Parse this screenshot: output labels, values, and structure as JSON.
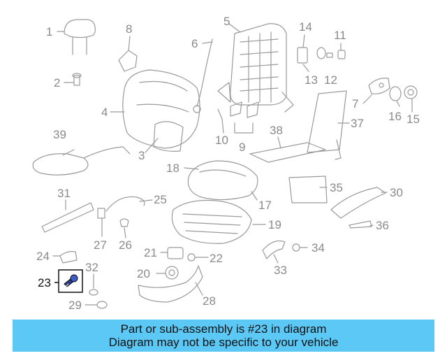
{
  "callouts": [
    {
      "id": "1",
      "label": "1"
    },
    {
      "id": "2",
      "label": "2"
    },
    {
      "id": "3",
      "label": "3"
    },
    {
      "id": "4",
      "label": "4"
    },
    {
      "id": "5",
      "label": "5"
    },
    {
      "id": "6",
      "label": "6"
    },
    {
      "id": "7",
      "label": "7"
    },
    {
      "id": "8",
      "label": "8"
    },
    {
      "id": "9",
      "label": "9"
    },
    {
      "id": "10",
      "label": "10"
    },
    {
      "id": "11",
      "label": "11"
    },
    {
      "id": "12",
      "label": "12"
    },
    {
      "id": "13",
      "label": "13"
    },
    {
      "id": "14",
      "label": "14"
    },
    {
      "id": "15",
      "label": "15"
    },
    {
      "id": "16",
      "label": "16"
    },
    {
      "id": "17",
      "label": "17"
    },
    {
      "id": "18",
      "label": "18"
    },
    {
      "id": "19",
      "label": "19"
    },
    {
      "id": "20",
      "label": "20"
    },
    {
      "id": "21",
      "label": "21"
    },
    {
      "id": "22",
      "label": "22"
    },
    {
      "id": "23",
      "label": "23"
    },
    {
      "id": "24",
      "label": "24"
    },
    {
      "id": "25",
      "label": "25"
    },
    {
      "id": "26",
      "label": "26"
    },
    {
      "id": "27",
      "label": "27"
    },
    {
      "id": "28",
      "label": "28"
    },
    {
      "id": "29",
      "label": "29"
    },
    {
      "id": "30",
      "label": "30"
    },
    {
      "id": "31",
      "label": "31"
    },
    {
      "id": "32",
      "label": "32"
    },
    {
      "id": "33",
      "label": "33"
    },
    {
      "id": "34",
      "label": "34"
    },
    {
      "id": "35",
      "label": "35"
    },
    {
      "id": "36",
      "label": "36"
    },
    {
      "id": "37",
      "label": "37"
    },
    {
      "id": "38",
      "label": "38"
    },
    {
      "id": "39",
      "label": "39"
    }
  ],
  "highlighted_part": "23",
  "colors": {
    "line": "#9a9a9a",
    "highlight": "#111111",
    "banner": "#5bc8f5"
  },
  "footer": {
    "line1": "Part or sub-assembly is #23 in diagram",
    "line2": "Diagram may not be specific to your vehicle"
  }
}
